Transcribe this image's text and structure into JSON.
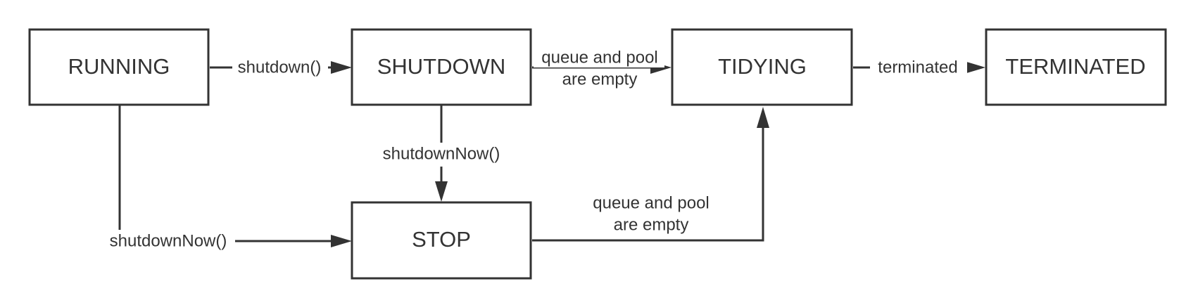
{
  "diagram": {
    "states": {
      "running": "RUNNING",
      "shutdown": "SHUTDOWN",
      "tidying": "TIDYING",
      "terminated": "TERMINATED",
      "stop": "STOP"
    },
    "edges": {
      "running_to_shutdown": "shutdown()",
      "shutdown_to_tidying_line1": "queue and pool",
      "shutdown_to_tidying_line2": "are empty",
      "tidying_to_terminated": "terminated",
      "shutdown_to_stop": "shutdownNow()",
      "running_to_stop": "shutdownNow()",
      "stop_to_tidying_line1": "queue and pool",
      "stop_to_tidying_line2": "are empty"
    },
    "colors": {
      "stroke": "#333333",
      "text": "#333333",
      "background": "#ffffff"
    }
  }
}
